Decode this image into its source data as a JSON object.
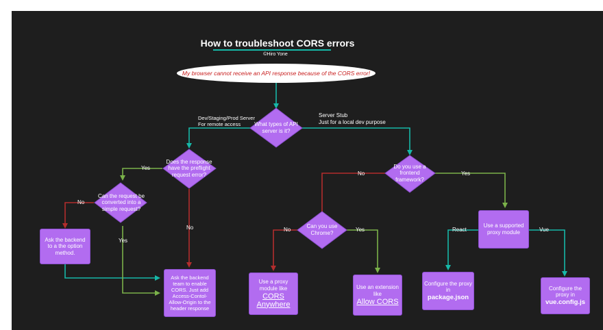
{
  "diagram": {
    "title": "How to troubleshoot CORS errors",
    "credit": "©Hiro Yone",
    "start": "My browser cannot receive an API response because of the CORS error!",
    "q_api_type": "What types of API server is it?",
    "branch_remote_1": "Dev/Staging/Prod Server",
    "branch_remote_2": "For remote access",
    "branch_stub_1": "Server Stub",
    "branch_stub_2": "Just for a local dev purpose",
    "q_preflight": "Does the response have the preflight request error?",
    "q_simple": "Can the request be converted into a simple request?",
    "a_option_method": "Ask the backend to a the option method.",
    "a_enable_cors": "Ask the backend team to enable CORS. Just add Access-Contol-Allow-Origin to the header response",
    "q_framework": "Do you use a frontend framework?",
    "q_chrome": "Can you use Chrome?",
    "a_proxy_prefix": "Use a proxy module like",
    "a_proxy_link": "CORS Anywhere",
    "a_extension_prefix": "Use an extension like",
    "a_extension_link": "Allow CORS",
    "a_supported_proxy": "Use a supported proxy module",
    "a_react_prefix": "Configure the proxy in",
    "a_react_file": "package.json",
    "a_vue_prefix": "Configure the proxy in",
    "a_vue_file": "vue.config.js",
    "yes": "Yes",
    "no": "No",
    "react": "React",
    "vue": "Vue"
  },
  "colors": {
    "background": "#1e1e1e",
    "node": "#b26cf0",
    "teal": "#16b8a8",
    "red": "#b32d2d",
    "green": "#7bb24a"
  }
}
